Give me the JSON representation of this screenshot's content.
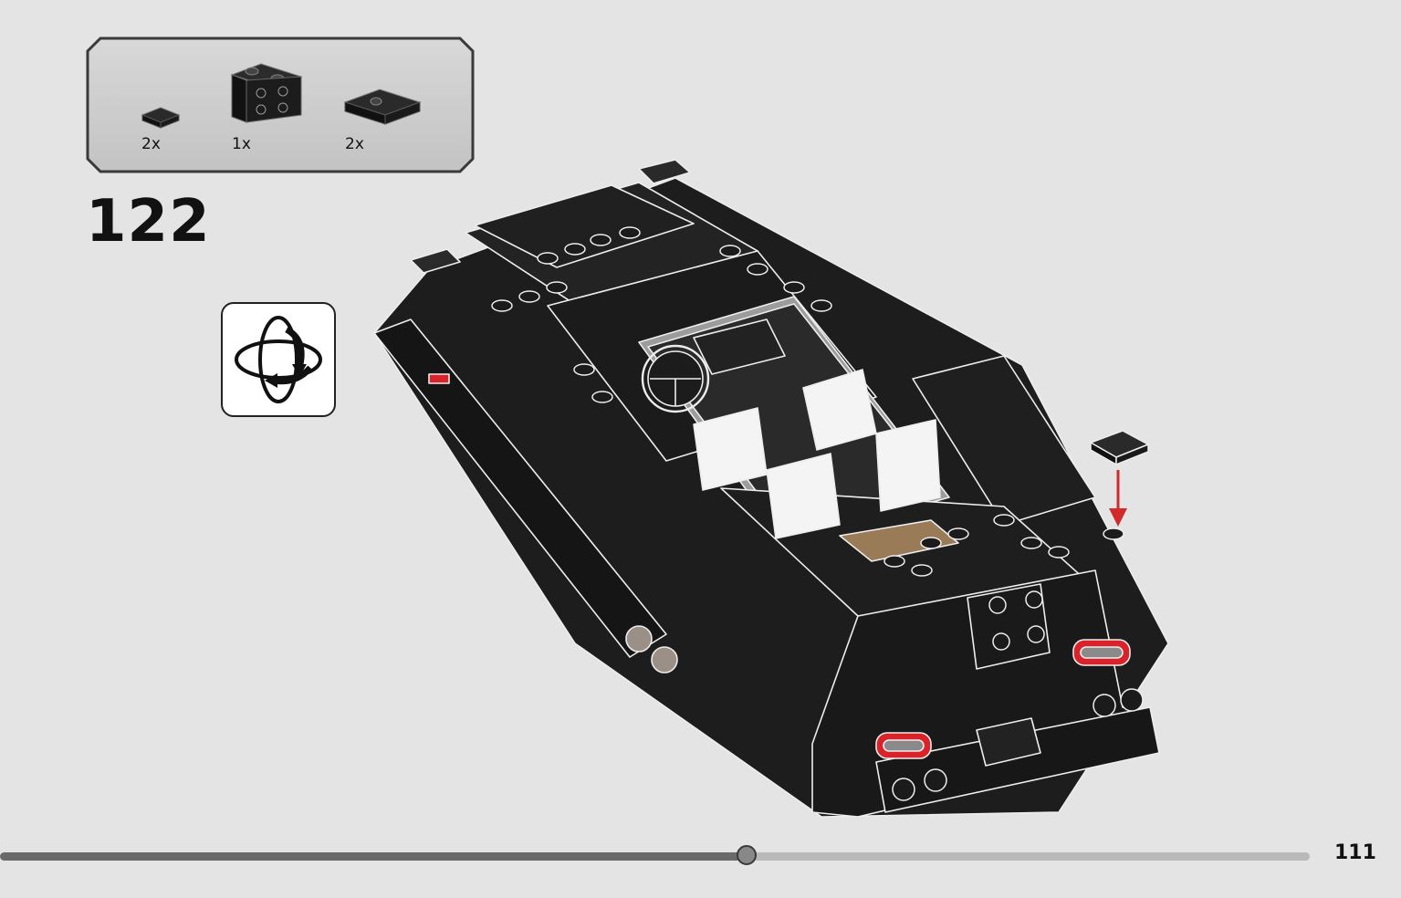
{
  "parts": [
    {
      "icon": "tile-1x1-black-icon",
      "quantity": "2x"
    },
    {
      "icon": "bracket-black-icon",
      "quantity": "1x"
    },
    {
      "icon": "tile-2x2-black-icon",
      "quantity": "2x"
    }
  ],
  "step_number": "122",
  "rotate_hint_icon": "rotate-model-icon",
  "page_number": "111",
  "progress": {
    "fraction": 0.57
  },
  "colors": {
    "background": "#e4e4e4",
    "brick": "#1f1f1f",
    "arrow": "#d12a2a",
    "taillight": "#d9232a"
  }
}
